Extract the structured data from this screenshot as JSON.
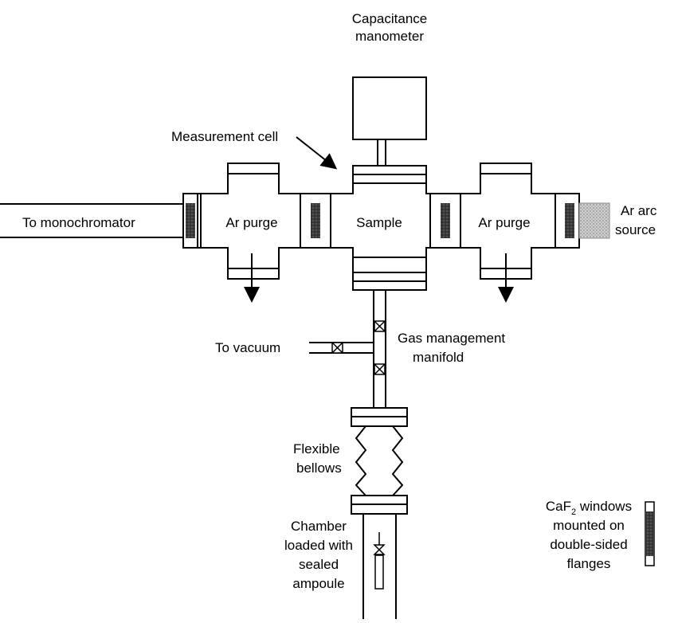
{
  "labels": {
    "capacitance_line1": "Capacitance",
    "capacitance_line2": "manometer",
    "measurement_cell": "Measurement cell",
    "to_monochromator": "To monochromator",
    "ar_purge_left": "Ar purge",
    "sample": "Sample",
    "ar_purge_right": "Ar purge",
    "ar_arc_line1": "Ar arc",
    "ar_arc_line2": "source",
    "to_vacuum": "To vacuum",
    "gas_line1": "Gas management",
    "gas_line2": "manifold",
    "bellows_line1": "Flexible",
    "bellows_line2": "bellows",
    "chamber_line1": "Chamber",
    "chamber_line2": "loaded with",
    "chamber_line3": "sealed",
    "chamber_line4": "ampoule",
    "caf2_prefix": "CaF",
    "caf2_sub": "2",
    "caf2_suffix": " windows",
    "caf2_line2": "mounted on",
    "caf2_line3": "double-sided",
    "caf2_line4": "flanges"
  },
  "colors": {
    "line": "#000000",
    "window_fill": "#555555",
    "arc_source_fill": "#bdbdbd",
    "background": "#ffffff"
  }
}
